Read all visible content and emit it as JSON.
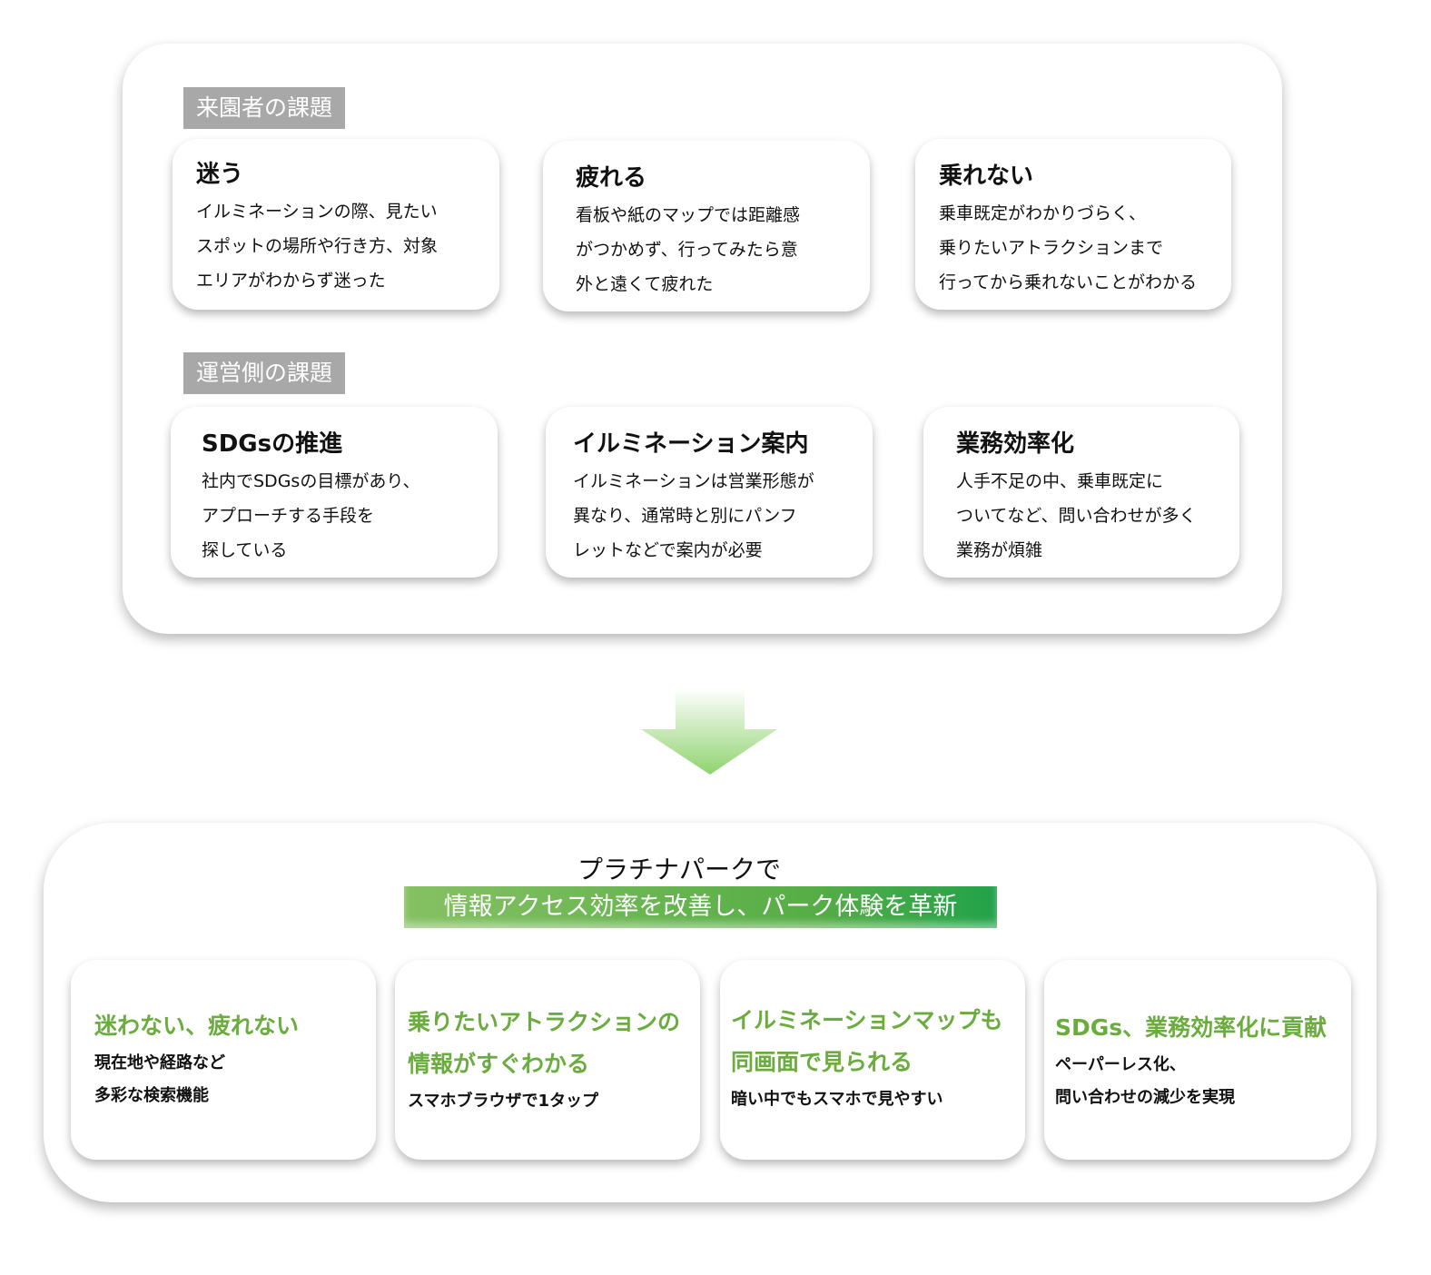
{
  "visitor_section": {
    "label": "来園者の課題",
    "cards": [
      {
        "title": "迷う",
        "body": "イルミネーションの際、見たい\nスポットの場所や行き方、対象\nエリアがわからず迷った"
      },
      {
        "title": "疲れる",
        "body": "看板や紙のマップでは距離感\nがつかめず、行ってみたら意\n外と遠くて疲れた"
      },
      {
        "title": "乗れない",
        "body": "乗車既定がわかりづらく、\n乗りたいアトラクションまで\n行ってから乗れないことがわかる"
      }
    ]
  },
  "operator_section": {
    "label": "運営側の課題",
    "cards": [
      {
        "title": "SDGsの推進",
        "body": "社内でSDGsの目標があり、\nアプローチする手段を\n探している"
      },
      {
        "title": "イルミネーション案内",
        "body": "イルミネーションは営業形態が\n異なり、通常時と別にパンフ\nレットなどで案内が必要"
      },
      {
        "title": "業務効率化",
        "body": "人手不足の中、乗車既定に\nついてなど、問い合わせが多く\n業務が煩雑"
      }
    ]
  },
  "solution": {
    "intro": "プラチナパークで",
    "banner": "情報アクセス効率を改善し、パーク体験を革新",
    "cards": [
      {
        "title": "迷わない、疲れない",
        "body": "現在地や経路など\n多彩な検索機能"
      },
      {
        "title": "乗りたいアトラクションの\n情報がすぐわかる",
        "body": "スマホブラウザで1タップ"
      },
      {
        "title": "イルミネーションマップも\n同画面で見られる",
        "body": "暗い中でもスマホで見やすい"
      },
      {
        "title": "SDGs、業務効率化に貢献",
        "body": "ペーパーレス化、\n問い合わせの減少を実現"
      }
    ]
  },
  "colors": {
    "accent": "#6aac3e",
    "label_bg": "#a8a8a8"
  }
}
